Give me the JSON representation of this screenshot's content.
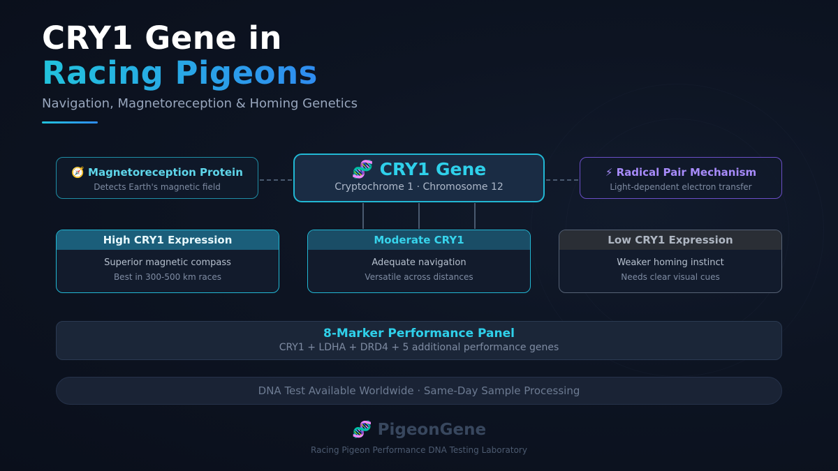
{
  "header": {
    "title_line1": "CRY1 Gene in",
    "title_line2": "Racing Pigeons",
    "subtitle": "Navigation, Magnetoreception & Homing Genetics"
  },
  "diagram": {
    "left_node": {
      "icon": "compass-icon",
      "icon_glyph": "🧭",
      "title": "Magnetoreception Protein",
      "description": "Detects Earth's magnetic field"
    },
    "center_node": {
      "icon": "dna-icon",
      "icon_glyph": "🧬",
      "title": "CRY1 Gene",
      "subtitle": "Cryptochrome 1 · Chromosome 12"
    },
    "right_node": {
      "icon": "lightning-icon",
      "icon_glyph": "⚡",
      "title": "Radical Pair Mechanism",
      "description": "Light-dependent electron transfer"
    },
    "expression_levels": [
      {
        "title": "High CRY1 Expression",
        "line1": "Superior magnetic compass",
        "line2": "Best in 300-500 km races"
      },
      {
        "title": "Moderate CRY1",
        "line1": "Adequate navigation",
        "line2": "Versatile across distances"
      },
      {
        "title": "Low CRY1 Expression",
        "line1": "Weaker homing instinct",
        "line2": "Needs clear visual cues"
      }
    ]
  },
  "panel": {
    "title": "8-Marker Performance Panel",
    "description": "CRY1 + LDHA + DRD4 + 5 additional performance genes"
  },
  "banner": {
    "text": "DNA Test Available Worldwide · Same-Day Sample Processing"
  },
  "footer": {
    "icon": "dna-icon",
    "icon_glyph": "🧬",
    "brand": "PigeonGene",
    "tagline": "Racing Pigeon Performance DNA Testing Laboratory"
  },
  "colors": {
    "accent_cyan": "#22c3dc",
    "accent_blue": "#2f8cf0",
    "accent_purple": "#a78bfa",
    "background": "#0d1422"
  }
}
